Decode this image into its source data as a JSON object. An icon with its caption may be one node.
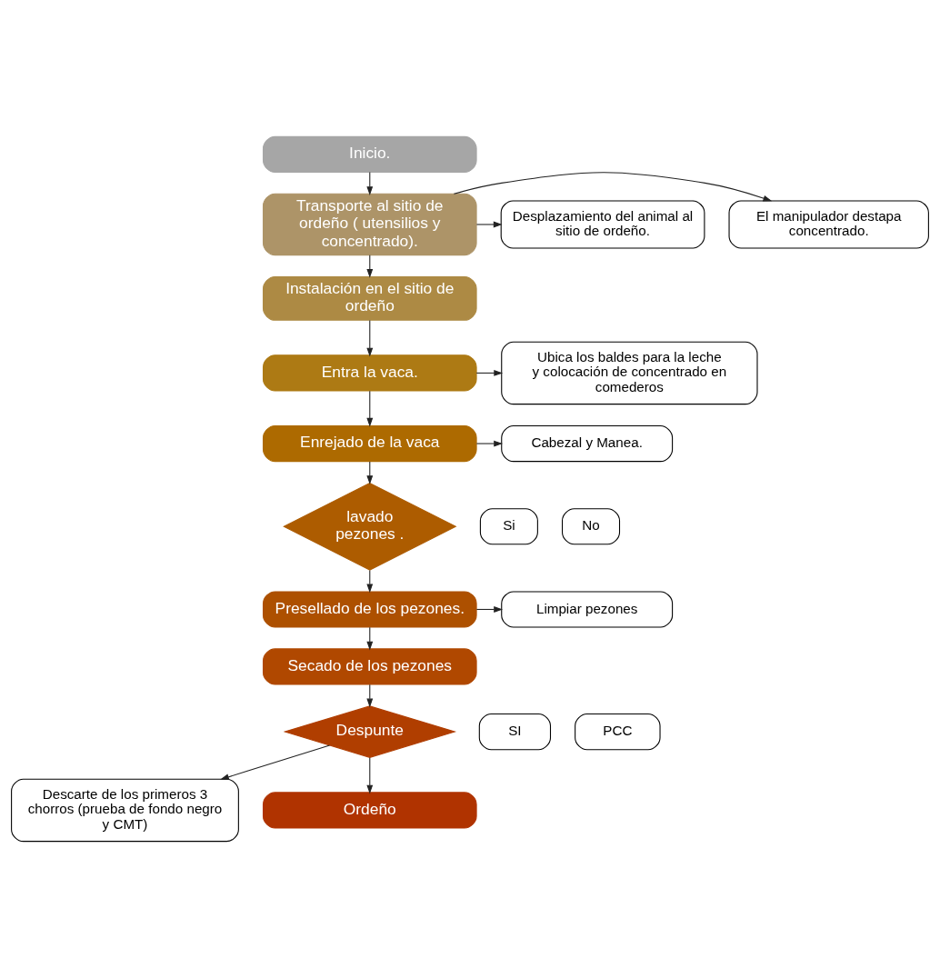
{
  "diagram": {
    "nodes": [
      {
        "text": [
          "Inicio."
        ]
      },
      {
        "text": [
          "Transporte al sitio de ordeño ( utensilios y concentrado)."
        ]
      },
      {
        "text": [
          "El manipulador destapa concentrado."
        ]
      },
      {
        "text": [
          "Desplazamiento del animal al sitio de ordeño."
        ]
      },
      {
        "text": [
          "Instalación en el sitio de ordeño"
        ]
      },
      {
        "text": [
          "Entra la vaca."
        ]
      },
      {
        "text": [
          "Ubica los baldes para la leche y colocación de concentrado en comederos"
        ]
      },
      {
        "text": [
          "Enrejado de la vaca"
        ]
      },
      {
        "text": [
          "Cabezal y Manea."
        ]
      },
      {
        "text": [
          "lavado pezones ."
        ]
      },
      {
        "text": [
          "Si"
        ]
      },
      {
        "text": [
          "No"
        ]
      },
      {
        "text": [
          "Presellado de los pezones."
        ]
      },
      {
        "text": [
          "Limpiar pezones"
        ]
      },
      {
        "text": [
          "Secado de los pezones"
        ]
      },
      {
        "text": [
          "Despunte"
        ]
      },
      {
        "text": [
          "Descarte de los primeros 3 chorros (prueba de fondo negro y CMT)"
        ]
      },
      {
        "text": [
          "SI"
        ]
      },
      {
        "text": [
          "PCC"
        ]
      },
      {
        "text": [
          "Ordeño"
        ]
      }
    ],
    "edges": [
      {
        "from": 0,
        "to": 1,
        "arrow": "to"
      },
      {
        "from": 1,
        "to": 2,
        "arrow": "to"
      },
      {
        "from": 1,
        "to": 3,
        "arrow": "to"
      },
      {
        "from": 1,
        "to": 4,
        "arrow": "to"
      },
      {
        "from": 4,
        "to": 5,
        "arrow": "to"
      },
      {
        "from": 5,
        "to": 6,
        "arrow": "to"
      },
      {
        "from": 5,
        "to": 7,
        "arrow": "to"
      },
      {
        "from": 7,
        "to": 8,
        "arrow": "to"
      },
      {
        "from": 7,
        "to": 9,
        "arrow": "to"
      },
      {
        "from": 9,
        "to": 12,
        "arrow": "to"
      },
      {
        "from": 12,
        "to": 13,
        "arrow": "to"
      },
      {
        "from": 12,
        "to": 14,
        "arrow": "to"
      },
      {
        "from": 14,
        "to": 15,
        "arrow": "to"
      },
      {
        "from": 15,
        "to": 16,
        "arrow": "to"
      },
      {
        "from": 15,
        "to": 19,
        "arrow": "to"
      }
    ]
  }
}
